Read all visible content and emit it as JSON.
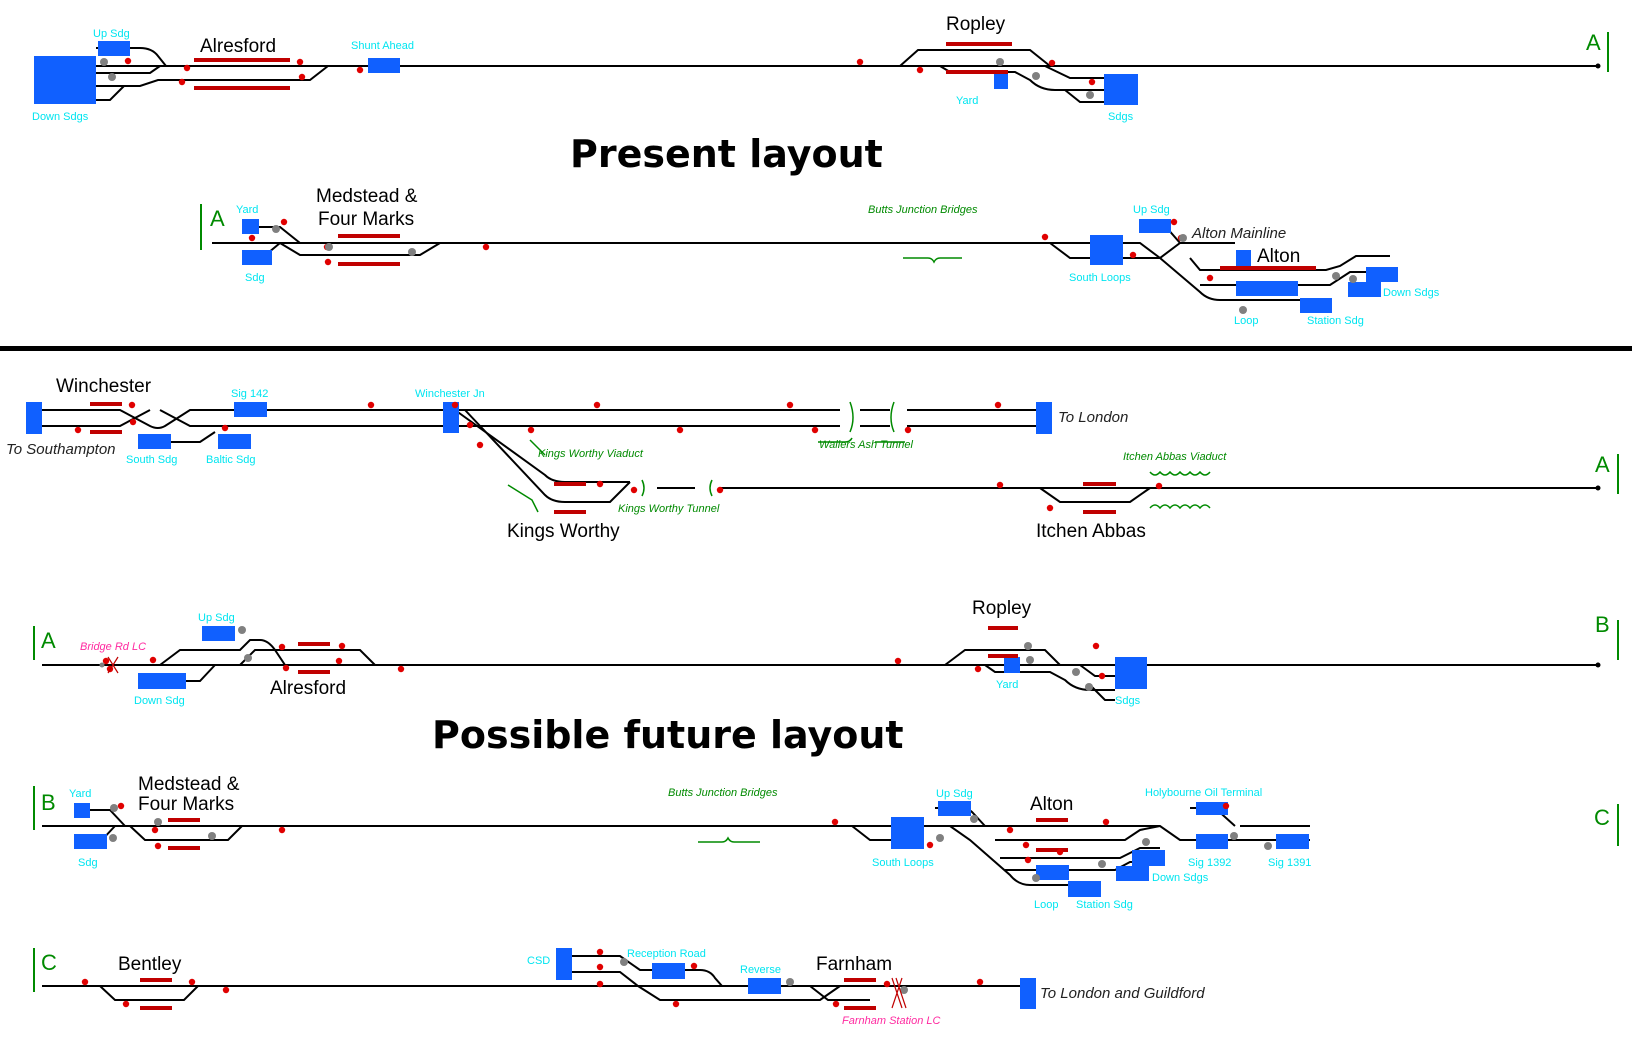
{
  "headings": {
    "present": "Present layout",
    "future": "Possible future layout"
  },
  "stations": {
    "p_alresford": "Alresford",
    "p_ropley": "Ropley",
    "p_medstead_1": "Medstead &",
    "p_medstead_2": "Four Marks",
    "p_alton": "Alton",
    "winchester": "Winchester",
    "kings_worthy": "Kings Worthy",
    "itchen_abbas": "Itchen Abbas",
    "f_ropley": "Ropley",
    "f_alresford": "Alresford",
    "f_medstead_1": "Medstead &",
    "f_medstead_2": "Four Marks",
    "f_alton": "Alton",
    "bentley": "Bentley",
    "farnham": "Farnham"
  },
  "cyan_labels": {
    "up_sdg": "Up Sdg",
    "down_sdgs": "Down Sdgs",
    "shunt_ahead": "Shunt Ahead",
    "yard": "Yard",
    "sdgs": "Sdgs",
    "yard_m": "Yard",
    "sdg": "Sdg",
    "up_sdg_alton": "Up Sdg",
    "south_loops": "South Loops",
    "down_sdgs_alton": "Down Sdgs",
    "loop": "Loop",
    "station_sdg": "Station Sdg",
    "sig_142": "Sig 142",
    "winchester_jn": "Winchester Jn",
    "south_sdg": "South Sdg",
    "baltic_sdg": "Baltic Sdg",
    "f_up_sdg": "Up Sdg",
    "f_down_sdg": "Down Sdg",
    "f_yard": "Yard",
    "f_sdgs": "Sdgs",
    "f_yard_m": "Yard",
    "f_sdg_m": "Sdg",
    "f_up_sdg_alton": "Up Sdg",
    "f_south_loops": "South Loops",
    "holybourne": "Holybourne Oil Terminal",
    "sig_1392": "Sig 1392",
    "sig_1391": "Sig 1391",
    "f_down_sdgs": "Down Sdgs",
    "f_loop": "Loop",
    "f_station_sdg": "Station Sdg",
    "csd": "CSD",
    "reception_road": "Reception Road",
    "reverse": "Reverse"
  },
  "green_labels": {
    "butts_present": "Butts Junction Bridges",
    "kings_worthy_viaduct": "Kings Worthy Viaduct",
    "wallers_ash": "Wallers Ash Tunnel",
    "itchen_abbas_viaduct": "Itchen Abbas Viaduct",
    "kings_worthy_tunnel": "Kings Worthy Tunnel",
    "butts_future": "Butts Junction Bridges"
  },
  "pink_labels": {
    "bridge_rd_lc": "Bridge Rd LC",
    "farnham_lc": "Farnham Station LC"
  },
  "italic_labels": {
    "alton_mainline": "Alton Mainline",
    "to_southampton": "To Southampton",
    "to_london": "To London",
    "to_london_guildford": "To London and Guildford"
  },
  "letters": {
    "a1": "A",
    "a2": "A",
    "a3": "A",
    "a4": "A",
    "b1": "B",
    "b2": "B",
    "c1": "C",
    "c2": "C"
  },
  "colors": {
    "track": "#000000",
    "platform": "#c00000",
    "block": "#1060ff",
    "signal": "#e00000",
    "point": "#808080",
    "cyan": "#00e5f0",
    "green": "#008a00",
    "pink": "#ff2aa0"
  }
}
